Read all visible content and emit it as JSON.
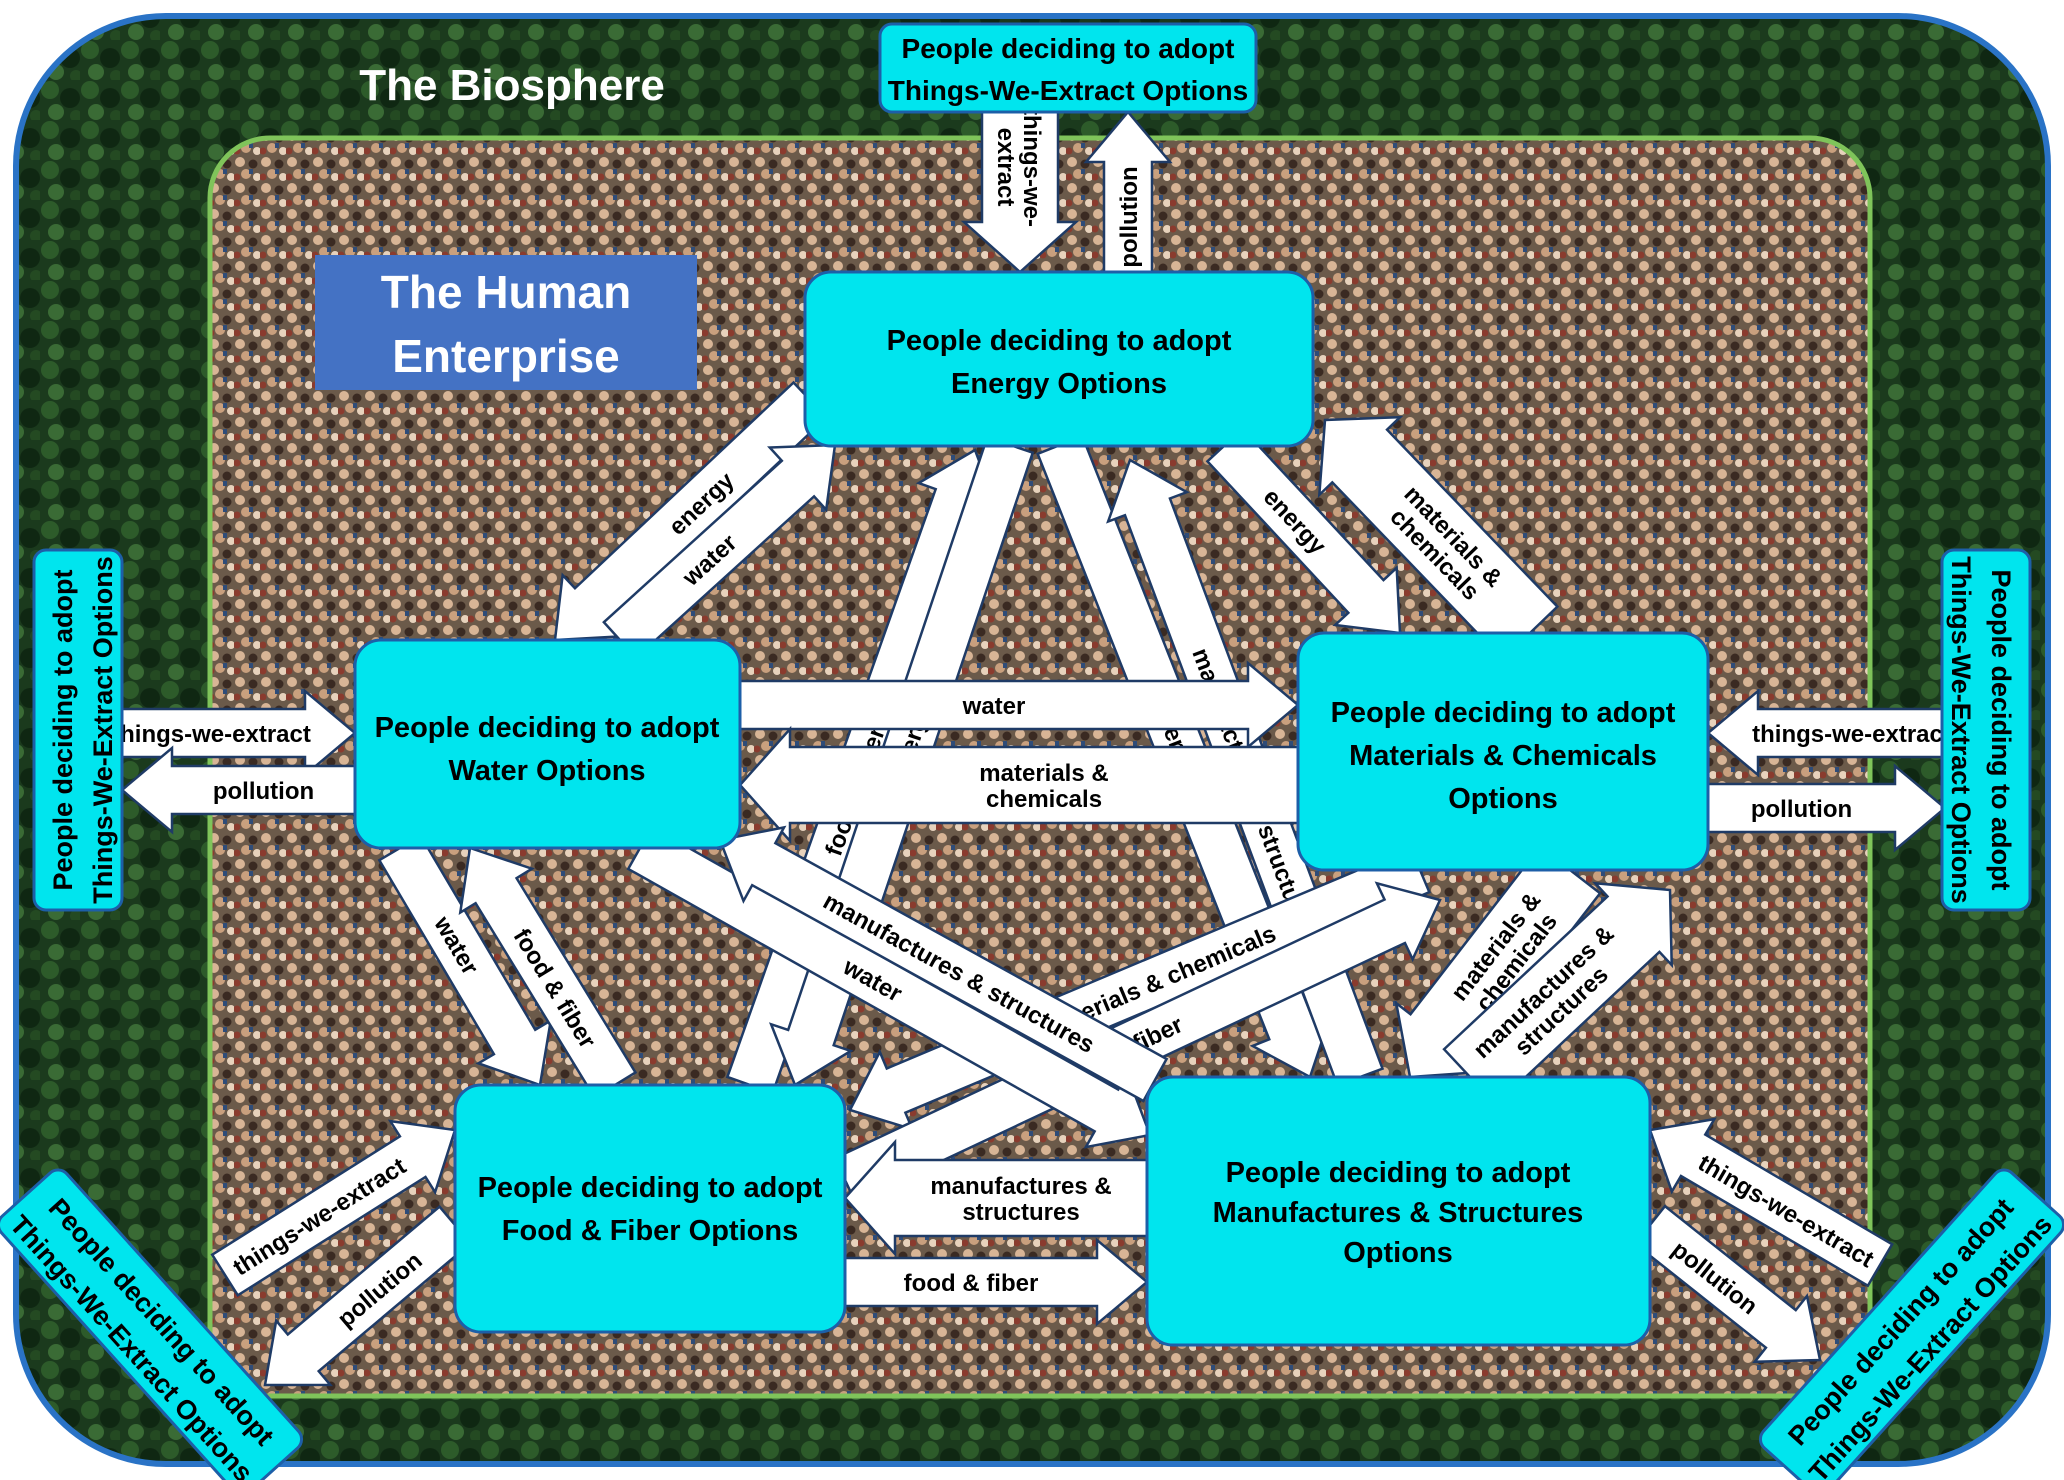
{
  "colors": {
    "biosphere_fill": "#123015",
    "frame_stroke": "#2a73c6",
    "enterprise_stroke": "#7fc45a",
    "node_fill": "#00e5ee",
    "node_stroke": "#1d5fa8",
    "title_box": "#4472c4",
    "arrow_fill": "#ffffff",
    "arrow_stroke": "#1f3b66"
  },
  "biosphere_title": "The Biosphere",
  "enterprise_title": {
    "line1": "The Human",
    "line2": "Enterprise"
  },
  "nodes": {
    "energy": {
      "line1": "People deciding to adopt",
      "line2": "Energy Options"
    },
    "water": {
      "line1": "People deciding to adopt",
      "line2": "Water Options"
    },
    "materials": {
      "line1": "People deciding to adopt",
      "line2": "Materials & Chemicals",
      "line3": "Options"
    },
    "food": {
      "line1": "People deciding to adopt",
      "line2": "Food & Fiber Options"
    },
    "manufactures": {
      "line1": "People deciding to adopt",
      "line2": "Manufactures & Structures",
      "line3": "Options"
    }
  },
  "extract_box": {
    "line1": "People deciding to adopt",
    "line2": "Things-We-Extract Options"
  },
  "labels": {
    "things_we_extract": "things-we-extract",
    "things_we_extract_vertical": {
      "line1": "things-we-",
      "line2": "extract"
    },
    "pollution": "pollution",
    "energy": "energy",
    "water": "water",
    "food_fiber": "food & fiber",
    "materials_chemicals": "materials & chemicals",
    "materials_chemicals_split": {
      "line1": "materials &",
      "line2": "chemicals"
    },
    "manufactures_structures": "manufactures & structures",
    "manufactures_structures_split": {
      "line1": "manufactures &",
      "line2": "structures"
    }
  }
}
